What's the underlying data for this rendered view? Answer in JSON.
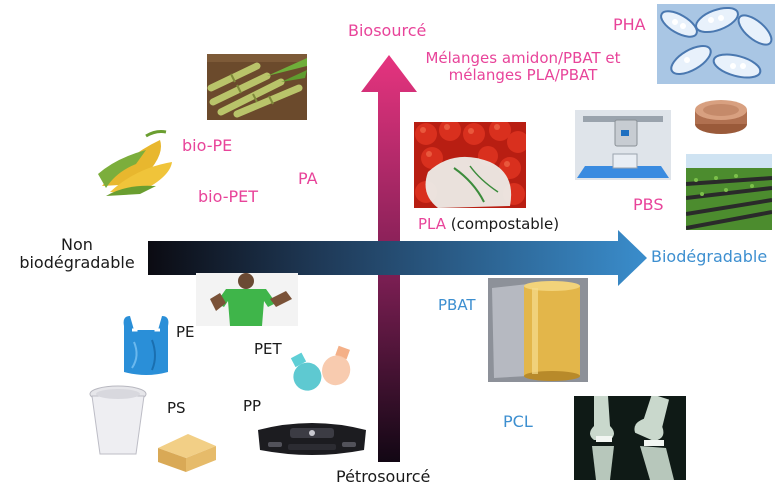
{
  "axes": {
    "y_top": "Biosourcé",
    "y_bottom": "Pétrosourcé",
    "x_left_line1": "Non",
    "x_left_line2": "biodégradable",
    "x_right": "Biodégradable"
  },
  "materials": {
    "pha": "PHA",
    "blends_line1": "Mélanges amidon/PBAT et",
    "blends_line2": "mélanges PLA/PBAT",
    "bio_pe": "bio-PE",
    "pa": "PA",
    "bio_pet": "bio-PET",
    "pla": "PLA",
    "pla_note": "(compostable)",
    "pbs": "PBS",
    "pbat": "PBAT",
    "pcl": "PCL",
    "pe": "PE",
    "pet": "PET",
    "ps": "PS",
    "pp": "PP"
  },
  "colors": {
    "biosource": "#e8449a",
    "biodegradable": "#3d8fd0",
    "petrosource": "#1a1a1a",
    "axis_dark": "#111111"
  },
  "icons": {
    "sugarcane": "sugarcane-photo",
    "corn": "corn-photo",
    "tomatoes": "tomatoes-compostable-bag-photo",
    "printer": "3d-printer-photo",
    "pha_micro": "pha-granules-microscope-photo",
    "jar": "cosmetic-jar-photo",
    "field": "mulch-film-field-photo",
    "film_roll": "film-roll-photo",
    "xray": "knee-xray-photo",
    "runner": "runner-shirt-photo",
    "bag": "plastic-bag-photo",
    "bottles": "bottle-preforms-photo",
    "cup": "yogurt-cup-photo",
    "clamshell": "foam-clamshell-photo",
    "bumper": "car-bumper-photo"
  }
}
